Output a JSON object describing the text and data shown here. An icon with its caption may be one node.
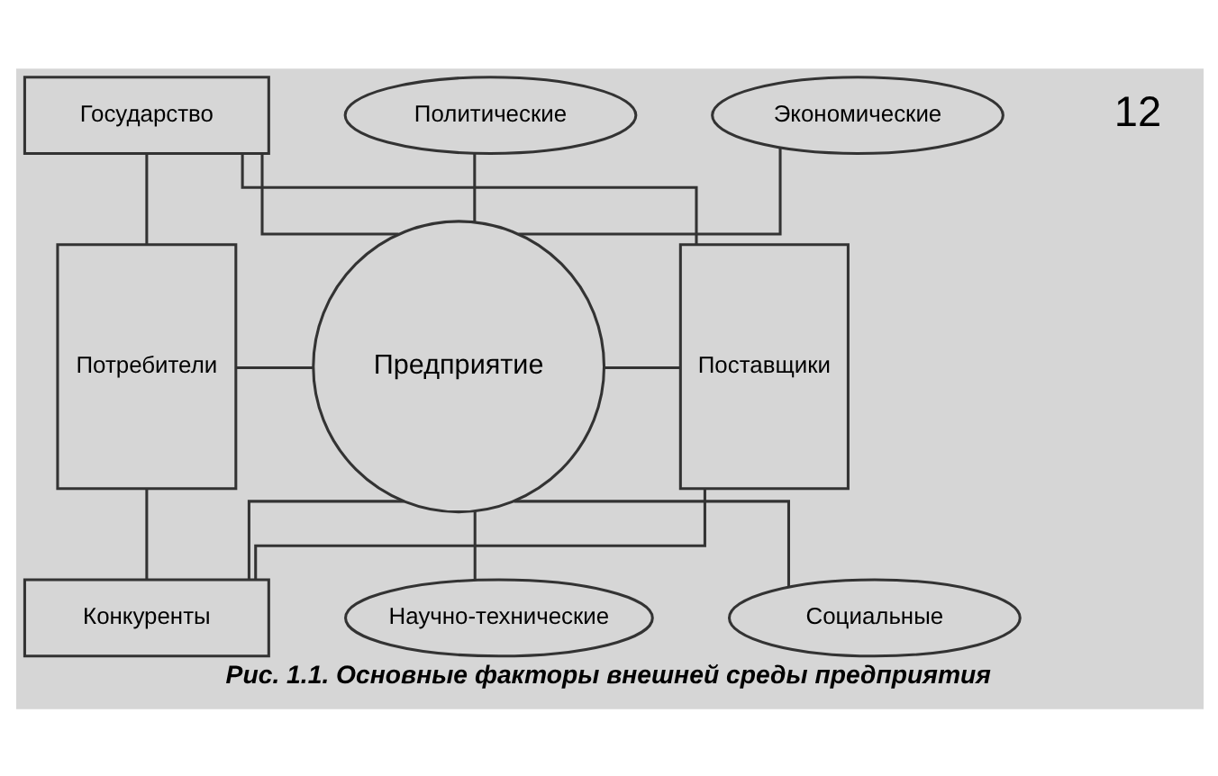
{
  "diagram": {
    "caption": "Рис. 1.1. Основные факторы внешней среды предприятия",
    "nodes": [
      {
        "text": [
          "Государство"
        ]
      },
      {
        "text": [
          "Политические"
        ]
      },
      {
        "text": [
          "Экономические"
        ]
      },
      {
        "text": [
          "Потребители"
        ]
      },
      {
        "text": [
          "Предприятие"
        ]
      },
      {
        "text": [
          "Поставщики"
        ]
      },
      {
        "text": [
          "Научно-технические"
        ]
      },
      {
        "text": [
          "Социальные"
        ]
      },
      {
        "text": [
          "Конкуренты"
        ]
      }
    ],
    "edges": [
      {
        "from": 0,
        "to": 4,
        "arrow": "none"
      },
      {
        "from": 1,
        "to": 4,
        "arrow": "none"
      },
      {
        "from": 2,
        "to": 4,
        "arrow": "none"
      },
      {
        "from": 3,
        "to": 4,
        "arrow": "none"
      },
      {
        "from": 4,
        "to": 5,
        "arrow": "none"
      },
      {
        "from": 6,
        "to": 4,
        "arrow": "none"
      },
      {
        "from": 7,
        "to": 4,
        "arrow": "none"
      },
      {
        "from": 4,
        "to": 8,
        "arrow": "none"
      },
      {
        "from": 0,
        "to": 3,
        "arrow": "none"
      },
      {
        "from": 0,
        "to": 5,
        "arrow": "none"
      },
      {
        "from": 3,
        "to": 8,
        "arrow": "none"
      },
      {
        "from": 5,
        "to": 8,
        "arrow": "none"
      }
    ],
    "labels": [
      "12"
    ]
  }
}
